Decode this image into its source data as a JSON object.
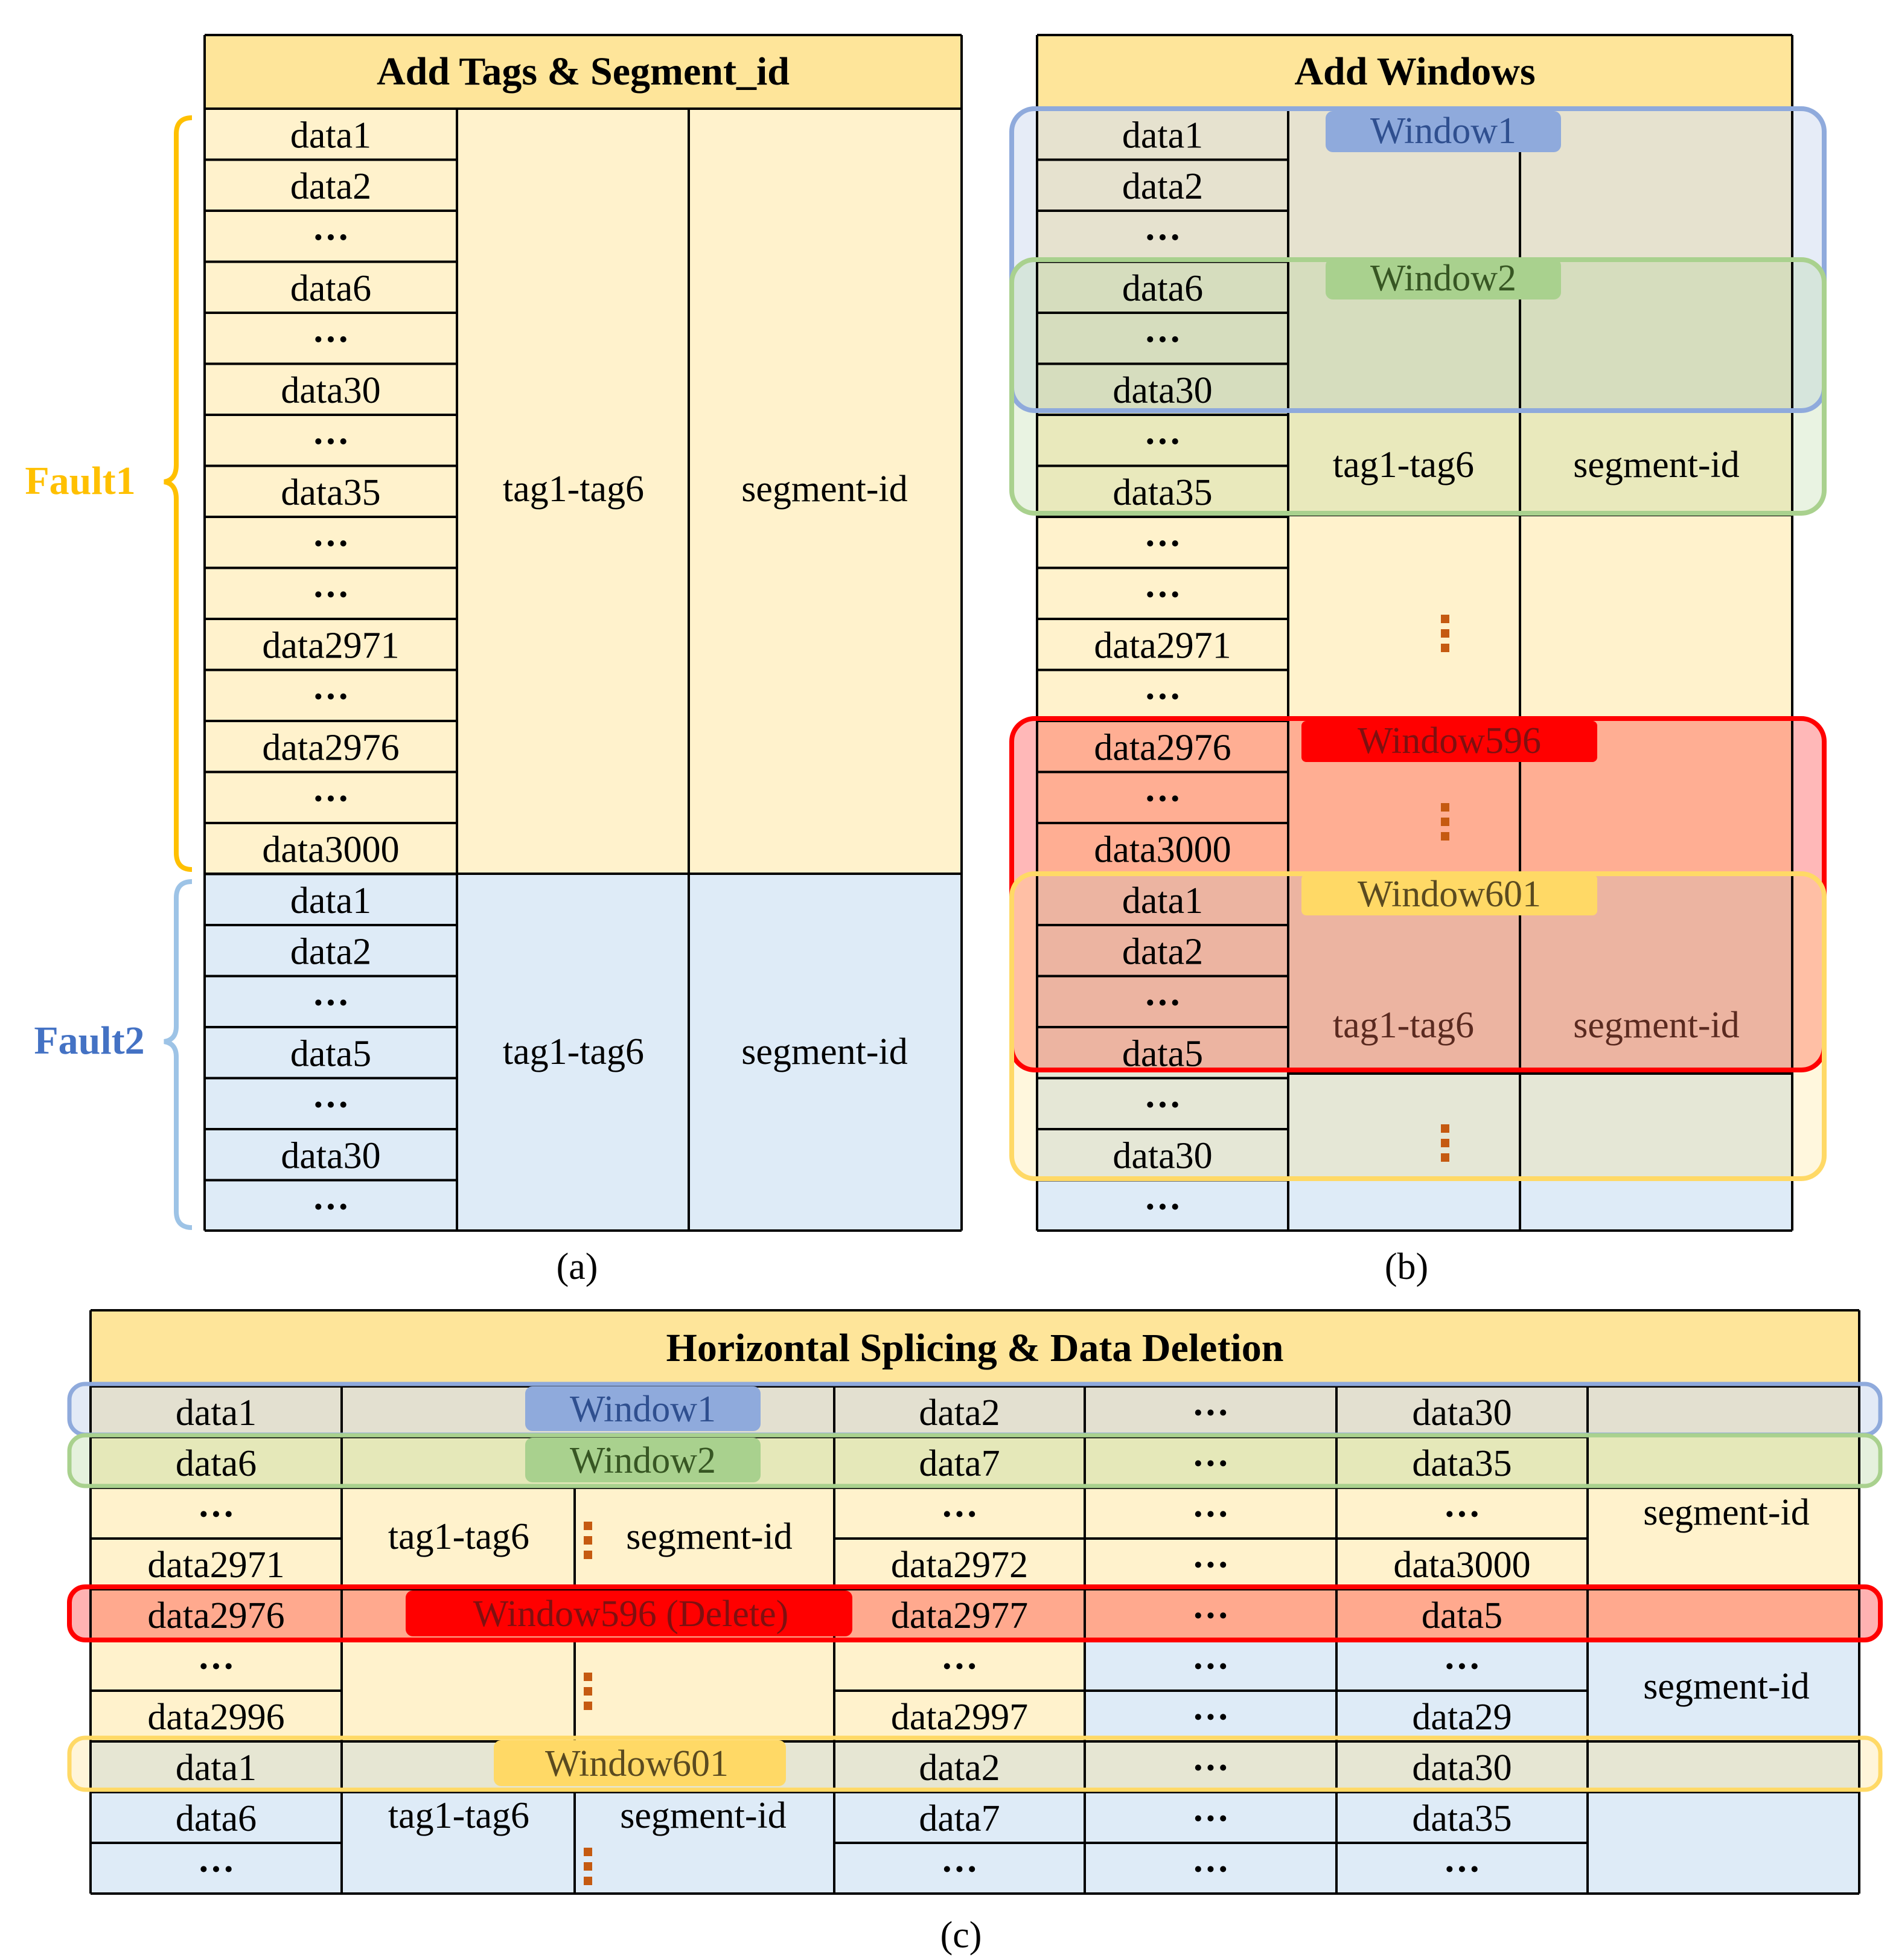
{
  "colors": {
    "header": "#FEE59A",
    "fault1": "#FFF2CC",
    "fault2": "#DEEBF7",
    "window1": "#8FAADC",
    "window2": "#A9D18E",
    "window596": "#FF0000",
    "window601": "#FFD966",
    "brace_fault1": "#FFC000",
    "brace_fault2": "#9DC3E6",
    "vdots": "#C55A11"
  },
  "panel_a": {
    "title": "Add Tags & Segment_id",
    "caption": "(a)",
    "fault1_label": "Fault1",
    "fault2_label": "Fault2",
    "fault1_rows": [
      "data1",
      "data2",
      "···",
      "data6",
      "···",
      "data30",
      "···",
      "data35",
      "···",
      "···",
      "data2971",
      "···",
      "data2976",
      "···",
      "data3000"
    ],
    "fault2_rows": [
      "data1",
      "data2",
      "···",
      "data5",
      "···",
      "data30",
      "···"
    ],
    "fault1_tag": "tag1-tag6",
    "fault1_seg": "segment-id",
    "fault2_tag": "tag1-tag6",
    "fault2_seg": "segment-id"
  },
  "panel_b": {
    "title": "Add Windows",
    "caption": "(b)",
    "rows": [
      "data1",
      "data2",
      "···",
      "data6",
      "···",
      "data30",
      "···",
      "data35",
      "···",
      "···",
      "data2971",
      "···",
      "data2976",
      "···",
      "data3000",
      "data1",
      "data2",
      "···",
      "data5",
      "···",
      "data30",
      "···"
    ],
    "tag_upper": "tag1-tag6",
    "seg_upper": "segment-id",
    "tag_lower": "tag1-tag6",
    "seg_lower": "segment-id",
    "window1": "Window1",
    "window2": "Window2",
    "window596": "Window596",
    "window601": "Window601"
  },
  "panel_c": {
    "title": "Horizontal Splicing & Data Deletion",
    "caption": "(c)",
    "col1": [
      "data1",
      "data6",
      "···",
      "data2971",
      "data2976",
      "···",
      "data2996",
      "data1",
      "data6",
      "···"
    ],
    "col4": [
      "data2",
      "data7",
      "···",
      "data2972",
      "data2977",
      "···",
      "data2997",
      "data2",
      "data7",
      "···"
    ],
    "col5": [
      "···",
      "···",
      "···",
      "···",
      "···",
      "···",
      "···",
      "···",
      "···",
      "···"
    ],
    "col6": [
      "data30",
      "data35",
      "···",
      "data3000",
      "data5",
      "···",
      "data29",
      "data30",
      "data35",
      "···"
    ],
    "tag_top": "tag1-tag6",
    "seg_top": "segment-id",
    "tag_bottom": "tag1-tag6",
    "seg_bottom": "segment-id",
    "right_seg_top": "segment-id",
    "right_seg_bottom": "segment-id",
    "window1": "Window1",
    "window2": "Window2",
    "window596": "Window596 (Delete)",
    "window601": "Window601"
  }
}
